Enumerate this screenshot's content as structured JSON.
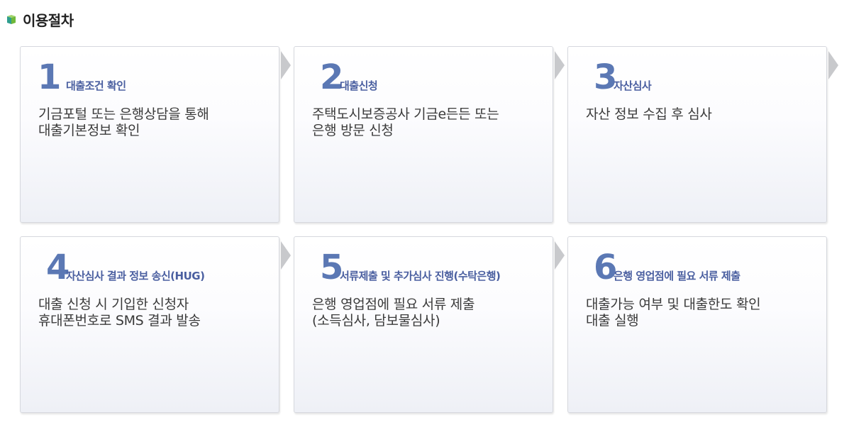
{
  "header": {
    "title": "이용절차",
    "icon": "book-icon"
  },
  "steps": [
    {
      "number": "1",
      "heading": "대출조건 확인",
      "lines": [
        "기금포털 또는 은행상담을 통해",
        "대출기본정보 확인"
      ]
    },
    {
      "number": "2",
      "heading": "대출신청",
      "lines": [
        "주택도시보증공사 기금e든든 또는",
        "은행 방문 신청"
      ]
    },
    {
      "number": "3",
      "heading": "자산심사",
      "lines": [
        "자산 정보 수집 후 심사"
      ]
    },
    {
      "number": "4",
      "heading": "자산심사 결과 정보 송신(HUG)",
      "lines": [
        "대출 신청 시 기입한 신청자",
        "휴대폰번호로 SMS 결과 발송"
      ]
    },
    {
      "number": "5",
      "heading": "서류제출 및 추가심사 진행(수탁은행)",
      "lines": [
        "은행 영업점에 필요 서류 제출",
        "(소득심사, 담보물심사)"
      ]
    },
    {
      "number": "6",
      "heading": "은행 영업점에 필요 서류 제출",
      "lines": [
        "대출가능 여부 및 대출한도 확인",
        "대출 실행"
      ]
    }
  ],
  "colors": {
    "accent": "#5b78b4",
    "heading": "#4a5fa0",
    "arrow": "#c8c9cc"
  }
}
